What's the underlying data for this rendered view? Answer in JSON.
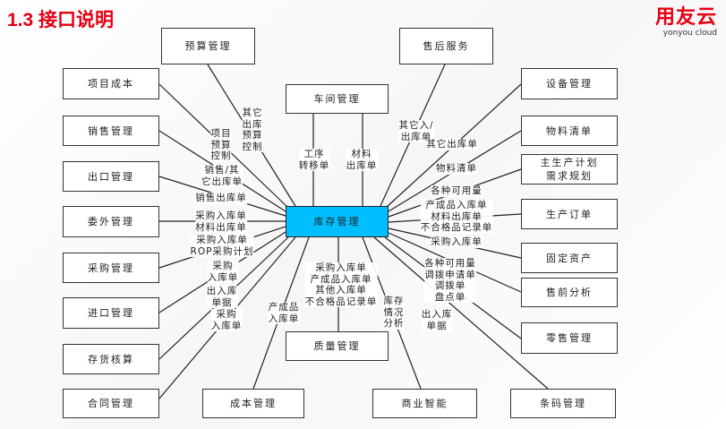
{
  "title": "1.3 接口说明",
  "logo": {
    "cn": "用友云",
    "en": "yonyou cloud"
  },
  "hub": "库存管理",
  "boxes": {
    "budget": "预算管理",
    "after_sales": "售后服务",
    "project_cost": "项目成本",
    "workshop": "车间管理",
    "equipment": "设备管理",
    "sales": "销售管理",
    "bom": "物料清单",
    "export": "出口管理",
    "mps": "主生产计划\n需求规划",
    "outsourcing": "委外管理",
    "production_order": "生产订单",
    "purchase": "采购管理",
    "fixed_assets": "固定资产",
    "presales": "售前分析",
    "import": "进口管理",
    "retail": "零售管理",
    "quality": "质量管理",
    "inventory_accounting": "存货核算",
    "contract": "合同管理",
    "cost": "成本管理",
    "bi": "商业智能",
    "barcode": "条码管理"
  },
  "labels": {
    "budget": "其它\n出库\n预算\n控制",
    "project_cost": "项目\n预算\n控制",
    "sales": "销售/其\n它出库单",
    "export": "销售出库单",
    "outsourcing": "采购入库单\n材料出库单",
    "purchase": "采购入库单\nROP采购计划",
    "import": "采购\n入库单",
    "inventory_accounting": "出入库\n单据",
    "contract": "采购\n入库单",
    "cost": "产成品\n入库单",
    "quality": "采购入库单\n产成品入库单\n其他入库单\n不合格品记录单",
    "bi": "库存\n情况\n分析",
    "barcode": "出入库\n单据",
    "workshop_a": "工序\n转移单",
    "workshop_b": "材料\n出库单",
    "after_sales": "其它入/\n出库单",
    "equipment": "其它出库单",
    "bom": "物料清单",
    "mps": "各种可用量",
    "production_order": "产成品入库单\n材料出库单\n不合格品记录单",
    "fixed_assets": "采购入库单",
    "presales": "各种可用量\n调拨申请单\n调拨单\n盘点单"
  }
}
